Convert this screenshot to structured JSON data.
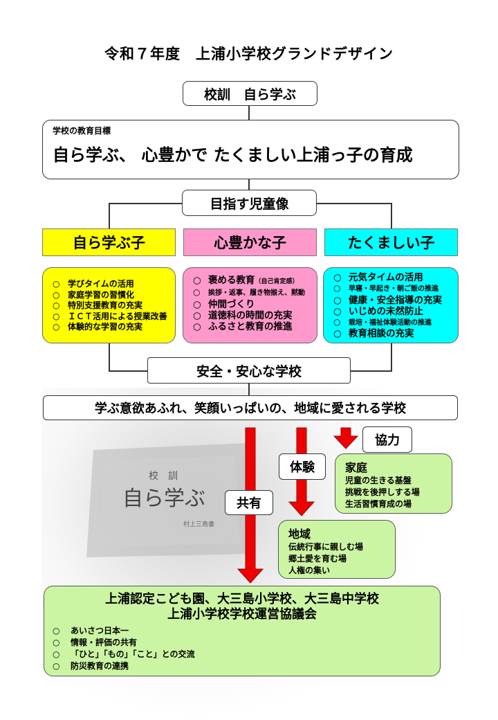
{
  "title": "令和７年度　上浦小学校グランドデザイン",
  "motto": "校訓　自ら学ぶ",
  "goal": {
    "label": "学校の教育目標",
    "text": "自ら学ぶ、 心豊かで たくましい上浦っ子の育成"
  },
  "ideal": "目指す児童像",
  "columns": [
    {
      "heading": "自ら学ぶ子",
      "color": "#ffff00",
      "items": [
        "学びタイムの活用",
        "家庭学習の習慣化",
        "特別支援教育の充実",
        "ＩＣＴ活用による授業改善",
        "体験的な学習の充実"
      ]
    },
    {
      "heading": "心豊かな子",
      "color": "#ff99cc",
      "items": [
        "褒める教育",
        "挨拶・返事、履き物揃え、黙動",
        "仲間づくり",
        "道徳科の時間の充実",
        "ふるさと教育の推進"
      ],
      "note": "（自己肯定感）"
    },
    {
      "heading": "たくましい子",
      "color": "#00ffff",
      "items": [
        "元気タイムの活用",
        "早寝・早起き・朝ご飯の推進",
        "健康・安全指導の充実",
        "いじめの未然防止",
        "栽培・福祉体験活動の推進",
        "教育相談の充実"
      ]
    }
  ],
  "bullet": "○",
  "safety": "安全・安心な学校",
  "slogan": "学ぶ意欲あふれ、笑顔いっぱいの、地域に愛される学校",
  "tags": {
    "share": "共有",
    "experience": "体験",
    "cooperate": "協力"
  },
  "family": {
    "heading": "家庭",
    "items": [
      "児童の生きる基盤",
      "挑戦を後押しする場",
      "生活習慣育成の場"
    ]
  },
  "region": {
    "heading": "地域",
    "items": [
      "伝統行事に親しむ場",
      "郷土愛を育む場",
      "人権の集い"
    ]
  },
  "partners": {
    "line1": "上浦認定こども園、大三島小学校、大三島中学校",
    "line2": "上浦小学校学校運営協議会",
    "items": [
      "あいさつ日本一",
      "情報・評価の共有",
      "「ひと」「もの」「こと」との交流",
      "防災教育の連携"
    ]
  },
  "stone": {
    "small": "校　訓",
    "main": "自ら学ぶ",
    "sign": "村上三島書"
  },
  "colors": {
    "arrow": "#ee0000",
    "green": "#ccf5a3"
  }
}
